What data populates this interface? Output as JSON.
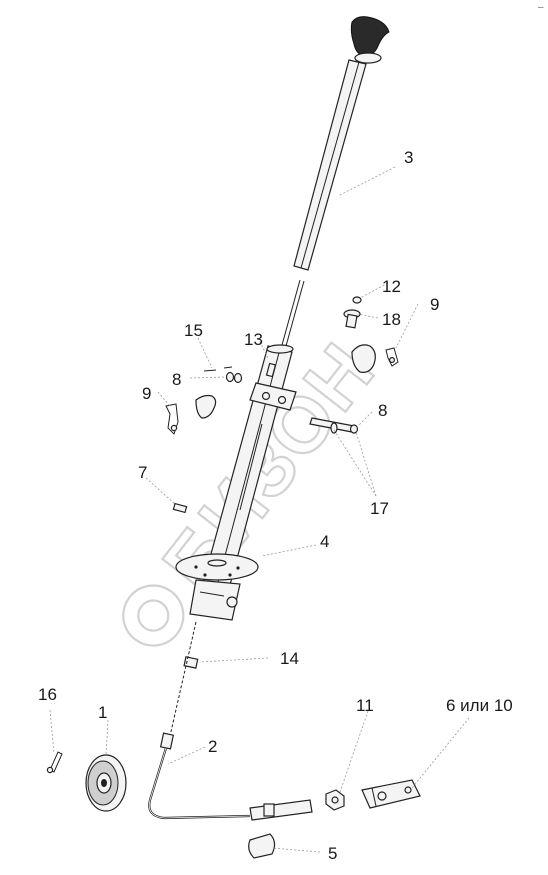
{
  "watermark": "БИЗОН",
  "corner_mark": "–",
  "colors": {
    "line": "#222222",
    "leader": "#9a9a9a",
    "watermark": "#d2d2d2",
    "text": "#1a1a1a"
  },
  "callouts": {
    "c1": "1",
    "c2": "2",
    "c3": "3",
    "c4": "4",
    "c5": "5",
    "c6_10": "6 или 10",
    "c7": "7",
    "c8_left": "8",
    "c8_right": "8",
    "c9_left": "9",
    "c9_right": "9",
    "c11": "11",
    "c12": "12",
    "c13": "13",
    "c14": "14",
    "c15": "15",
    "c16": "16",
    "c17": "17",
    "c18": "18"
  }
}
